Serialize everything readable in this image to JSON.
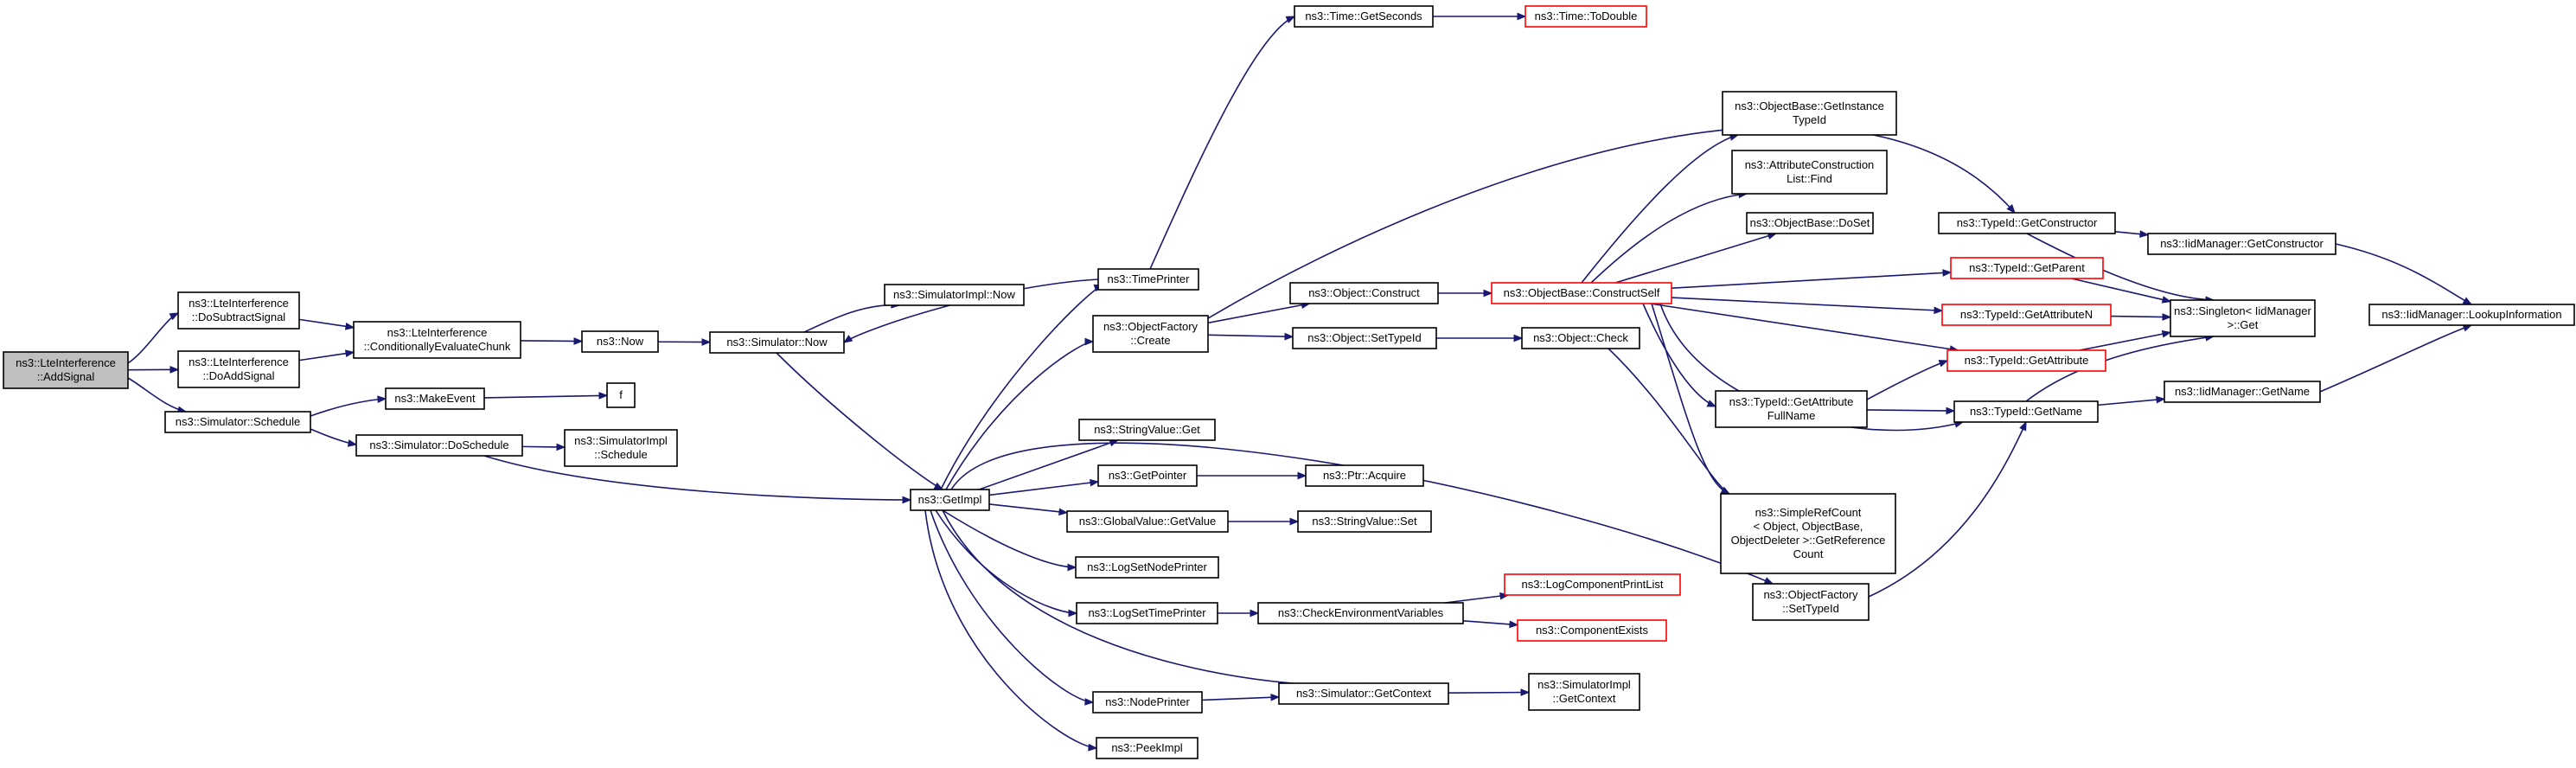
{
  "graph": {
    "colors": {
      "edge": "#191970",
      "root_fill": "#bfbfbf",
      "normal_border": "#000000",
      "truncated_border": "#ff0000",
      "node_fill": "#ffffff"
    },
    "nodes": {
      "n_addsignal": {
        "lines": [
          "ns3::LteInterference",
          "::AddSignal"
        ],
        "kind": "root"
      },
      "n_dosubtract": {
        "lines": [
          "ns3::LteInterference",
          "::DoSubtractSignal"
        ],
        "kind": "normal"
      },
      "n_doadd": {
        "lines": [
          "ns3::LteInterference",
          "::DoAddSignal"
        ],
        "kind": "normal"
      },
      "n_schedule": {
        "lines": [
          "ns3::Simulator::Schedule"
        ],
        "kind": "normal"
      },
      "n_condeval": {
        "lines": [
          "ns3::LteInterference",
          "::ConditionallyEvaluateChunk"
        ],
        "kind": "normal"
      },
      "n_makeevent": {
        "lines": [
          "ns3::MakeEvent"
        ],
        "kind": "normal"
      },
      "n_doschedule": {
        "lines": [
          "ns3::Simulator::DoSchedule"
        ],
        "kind": "normal"
      },
      "n_f": {
        "lines": [
          "f"
        ],
        "kind": "normal"
      },
      "n_now": {
        "lines": [
          "ns3::Now"
        ],
        "kind": "normal"
      },
      "n_simnow": {
        "lines": [
          "ns3::Simulator::Now"
        ],
        "kind": "normal"
      },
      "n_simimplnow": {
        "lines": [
          "ns3::SimulatorImpl::Now"
        ],
        "kind": "normal"
      },
      "n_simimplsched": {
        "lines": [
          "ns3::SimulatorImpl",
          "::Schedule"
        ],
        "kind": "normal"
      },
      "n_getimpl": {
        "lines": [
          "ns3::GetImpl"
        ],
        "kind": "normal"
      },
      "n_timeprinter": {
        "lines": [
          "ns3::TimePrinter"
        ],
        "kind": "normal"
      },
      "n_ofcreate": {
        "lines": [
          "ns3::ObjectFactory",
          "::Create"
        ],
        "kind": "normal"
      },
      "n_strvalget": {
        "lines": [
          "ns3::StringValue::Get"
        ],
        "kind": "normal"
      },
      "n_getpointer": {
        "lines": [
          "ns3::GetPointer"
        ],
        "kind": "normal"
      },
      "n_globalvalget": {
        "lines": [
          "ns3::GlobalValue::GetValue"
        ],
        "kind": "normal"
      },
      "n_logsetnode": {
        "lines": [
          "ns3::LogSetNodePrinter"
        ],
        "kind": "normal"
      },
      "n_logsettime": {
        "lines": [
          "ns3::LogSetTimePrinter"
        ],
        "kind": "normal"
      },
      "n_nodeprinter": {
        "lines": [
          "ns3::NodePrinter"
        ],
        "kind": "normal"
      },
      "n_peekimpl": {
        "lines": [
          "ns3::PeekImpl"
        ],
        "kind": "normal"
      },
      "n_timegetsec": {
        "lines": [
          "ns3::Time::GetSeconds"
        ],
        "kind": "normal"
      },
      "n_timetodouble": {
        "lines": [
          "ns3::Time::ToDouble"
        ],
        "kind": "truncated"
      },
      "n_objconstruct": {
        "lines": [
          "ns3::Object::Construct"
        ],
        "kind": "normal"
      },
      "n_objsettypeid": {
        "lines": [
          "ns3::Object::SetTypeId"
        ],
        "kind": "normal"
      },
      "n_ptracquire": {
        "lines": [
          "ns3::Ptr::Acquire"
        ],
        "kind": "normal"
      },
      "n_strvalset": {
        "lines": [
          "ns3::StringValue::Set"
        ],
        "kind": "normal"
      },
      "n_checkenv": {
        "lines": [
          "ns3::CheckEnvironmentVariables"
        ],
        "kind": "normal"
      },
      "n_simgetctx": {
        "lines": [
          "ns3::Simulator::GetContext"
        ],
        "kind": "normal"
      },
      "n_constructself": {
        "lines": [
          "ns3::ObjectBase::ConstructSelf"
        ],
        "kind": "truncated"
      },
      "n_objcheck": {
        "lines": [
          "ns3::Object::Check"
        ],
        "kind": "normal"
      },
      "n_logcompprint": {
        "lines": [
          "ns3::LogComponentPrintList"
        ],
        "kind": "truncated"
      },
      "n_compexists": {
        "lines": [
          "ns3::ComponentExists"
        ],
        "kind": "truncated"
      },
      "n_simimplctx": {
        "lines": [
          "ns3::SimulatorImpl",
          "::GetContext"
        ],
        "kind": "normal"
      },
      "n_getinsttypeid": {
        "lines": [
          "ns3::ObjectBase::GetInstance",
          "TypeId"
        ],
        "kind": "normal"
      },
      "n_attrconstr": {
        "lines": [
          "ns3::AttributeConstruction",
          "List::Find"
        ],
        "kind": "normal"
      },
      "n_objbasedoset": {
        "lines": [
          "ns3::ObjectBase::DoSet"
        ],
        "kind": "normal"
      },
      "n_typeidattrfull": {
        "lines": [
          "ns3::TypeId::GetAttribute",
          "FullName"
        ],
        "kind": "normal"
      },
      "n_simplerefcount": {
        "lines": [
          "ns3::SimpleRefCount",
          "< Object, ObjectBase,",
          "ObjectDeleter >::GetReference",
          "Count"
        ],
        "kind": "normal"
      },
      "n_ofsettypeid": {
        "lines": [
          "ns3::ObjectFactory",
          "::SetTypeId"
        ],
        "kind": "normal"
      },
      "n_getconstructor": {
        "lines": [
          "ns3::TypeId::GetConstructor"
        ],
        "kind": "normal"
      },
      "n_getparent": {
        "lines": [
          "ns3::TypeId::GetParent"
        ],
        "kind": "truncated"
      },
      "n_getattributen": {
        "lines": [
          "ns3::TypeId::GetAttributeN"
        ],
        "kind": "truncated"
      },
      "n_getattribute": {
        "lines": [
          "ns3::TypeId::GetAttribute"
        ],
        "kind": "truncated"
      },
      "n_getname": {
        "lines": [
          "ns3::TypeId::GetName"
        ],
        "kind": "normal"
      },
      "n_iidgetctor": {
        "lines": [
          "ns3::IidManager::GetConstructor"
        ],
        "kind": "normal"
      },
      "n_singleton": {
        "lines": [
          "ns3::Singleton< IidManager",
          ">::Get"
        ],
        "kind": "normal"
      },
      "n_iidgetname": {
        "lines": [
          "ns3::IidManager::GetName"
        ],
        "kind": "normal"
      },
      "n_lookupinfo": {
        "lines": [
          "ns3::IidManager::LookupInformation"
        ],
        "kind": "normal"
      }
    },
    "edges": [
      [
        "n_addsignal",
        "n_dosubtract"
      ],
      [
        "n_addsignal",
        "n_doadd"
      ],
      [
        "n_addsignal",
        "n_schedule"
      ],
      [
        "n_dosubtract",
        "n_condeval"
      ],
      [
        "n_doadd",
        "n_condeval"
      ],
      [
        "n_schedule",
        "n_makeevent"
      ],
      [
        "n_schedule",
        "n_doschedule"
      ],
      [
        "n_makeevent",
        "n_f"
      ],
      [
        "n_condeval",
        "n_now"
      ],
      [
        "n_now",
        "n_simnow"
      ],
      [
        "n_simnow",
        "n_simimplnow"
      ],
      [
        "n_simnow",
        "n_getimpl"
      ],
      [
        "n_doschedule",
        "n_simimplsched"
      ],
      [
        "n_doschedule",
        "n_getimpl"
      ],
      [
        "n_getimpl",
        "n_timeprinter"
      ],
      [
        "n_getimpl",
        "n_ofcreate"
      ],
      [
        "n_getimpl",
        "n_strvalget"
      ],
      [
        "n_getimpl",
        "n_getpointer"
      ],
      [
        "n_getimpl",
        "n_globalvalget"
      ],
      [
        "n_getimpl",
        "n_logsetnode"
      ],
      [
        "n_getimpl",
        "n_logsettime"
      ],
      [
        "n_getimpl",
        "n_nodeprinter"
      ],
      [
        "n_getimpl",
        "n_peekimpl"
      ],
      [
        "n_getimpl",
        "n_simgetctx"
      ],
      [
        "n_getimpl",
        "n_ofsettypeid"
      ],
      [
        "n_timeprinter",
        "n_simnow"
      ],
      [
        "n_timeprinter",
        "n_timegetsec"
      ],
      [
        "n_timegetsec",
        "n_timetodouble"
      ],
      [
        "n_ofcreate",
        "n_objconstruct"
      ],
      [
        "n_ofcreate",
        "n_objsettypeid"
      ],
      [
        "n_ofcreate",
        "n_getconstructor"
      ],
      [
        "n_objconstruct",
        "n_constructself"
      ],
      [
        "n_objsettypeid",
        "n_objcheck"
      ],
      [
        "n_getpointer",
        "n_ptracquire"
      ],
      [
        "n_globalvalget",
        "n_strvalset"
      ],
      [
        "n_logsettime",
        "n_checkenv"
      ],
      [
        "n_checkenv",
        "n_logcompprint"
      ],
      [
        "n_checkenv",
        "n_compexists"
      ],
      [
        "n_nodeprinter",
        "n_simgetctx"
      ],
      [
        "n_simgetctx",
        "n_simimplctx"
      ],
      [
        "n_constructself",
        "n_getinsttypeid"
      ],
      [
        "n_constructself",
        "n_attrconstr"
      ],
      [
        "n_constructself",
        "n_objbasedoset"
      ],
      [
        "n_constructself",
        "n_getparent"
      ],
      [
        "n_constructself",
        "n_getattributen"
      ],
      [
        "n_constructself",
        "n_getattribute"
      ],
      [
        "n_constructself",
        "n_typeidattrfull"
      ],
      [
        "n_constructself",
        "n_getname"
      ],
      [
        "n_constructself",
        "n_simplerefcount"
      ],
      [
        "n_objcheck",
        "n_simplerefcount"
      ],
      [
        "n_typeidattrfull",
        "n_getattribute"
      ],
      [
        "n_typeidattrfull",
        "n_getname"
      ],
      [
        "n_ofsettypeid",
        "n_getname"
      ],
      [
        "n_getconstructor",
        "n_iidgetctor"
      ],
      [
        "n_getconstructor",
        "n_singleton"
      ],
      [
        "n_getparent",
        "n_singleton"
      ],
      [
        "n_getattributen",
        "n_singleton"
      ],
      [
        "n_getattribute",
        "n_singleton"
      ],
      [
        "n_getname",
        "n_singleton"
      ],
      [
        "n_getname",
        "n_iidgetname"
      ],
      [
        "n_iidgetctor",
        "n_lookupinfo"
      ],
      [
        "n_iidgetname",
        "n_lookupinfo"
      ]
    ]
  }
}
